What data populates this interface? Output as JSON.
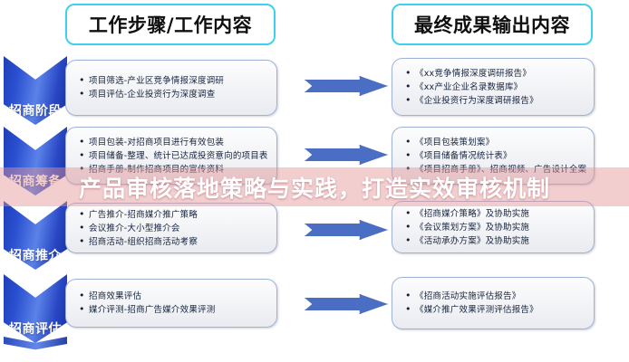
{
  "headers": {
    "left": "工作步骤/工作内容",
    "right": "最终成果输出内容"
  },
  "stages": [
    {
      "label": "招商阶段"
    },
    {
      "label": "招商筹备"
    },
    {
      "label": "招商推介"
    },
    {
      "label": "招商评估"
    }
  ],
  "rows": [
    {
      "steps": [
        "项目筛选-产业区竞争情报深度调研",
        "项目评估-企业投资行为深度调查"
      ],
      "outputs": [
        "《xx竞争情报深度调研报告》",
        "《xx产业企业名录数据库》",
        "《企业投资行为深度调研报告》"
      ]
    },
    {
      "steps": [
        "项目包装-对招商项目进行有效包装",
        "项目储备-整理、统计已达成投资意向的项目表",
        "招商手册-制作招商项目的宣传资料"
      ],
      "outputs": [
        "《项目包装策划案》",
        "《项目储备情况统计表》",
        "《项目招商手册》、招商视频、广告设计全案"
      ]
    },
    {
      "steps": [
        "广告推介-招商媒介推广策略",
        "会议推介-大小型推介会",
        "招商活动-组织招商活动考察"
      ],
      "outputs": [
        "《招商媒介策略》及协助实施",
        "《会议策划方案》及协助实施",
        "《活动承办方案》及协助实施"
      ]
    },
    {
      "steps": [
        "招商效果评估",
        "媒介评测-招商广告媒介效果评测"
      ],
      "outputs": [
        "《招商活动实施评估报告》",
        "《媒介推广效果评测评估报告》"
      ]
    }
  ],
  "watermark": {
    "text": "产品审核落地策略与实践，打造实效审核机制"
  },
  "colors": {
    "header_border": "#3fd0f0",
    "stage_blue": "#2a4fd0",
    "arrow_blue": "#4a6ec4",
    "box_border": "#9fb2d6",
    "watermark_band": "#e29496"
  }
}
